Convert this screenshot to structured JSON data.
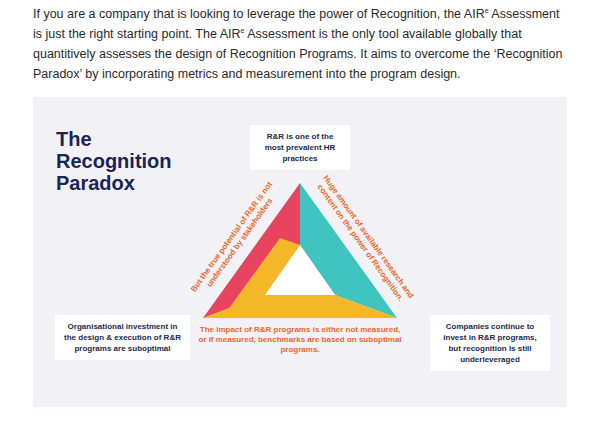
{
  "diagram": {
    "title": "The Recognition Paradox",
    "nodes": [
      {
        "text": [
          "R&R is one of the most prevalent HR practices"
        ]
      },
      {
        "text": [
          "Organisational investment in the design & execution of R&R programs are suboptimal"
        ]
      },
      {
        "text": [
          "Companies continue to invest in R&R programs, but recognition is still underleveraged"
        ]
      }
    ],
    "labels": [
      "If you are a company that is looking to leverage the power of Recognition, the AIR",
      "e",
      " Assessment is just the right starting point. The AIR",
      "e",
      " Assessment is the only tool available globally that quantitively assesses the design of Recognition Programs. It aims to overcome the ‘Recognition Paradox’ by incorporating metrics and measurement into the program design.",
      "But the true potential of R&R is not understood by stakeholders",
      "Huge amount of available research and content on the power of Recognition.",
      "The impact of R&R programs is either not measured, or if measured, benchmarks are based on suboptimal programs."
    ]
  }
}
